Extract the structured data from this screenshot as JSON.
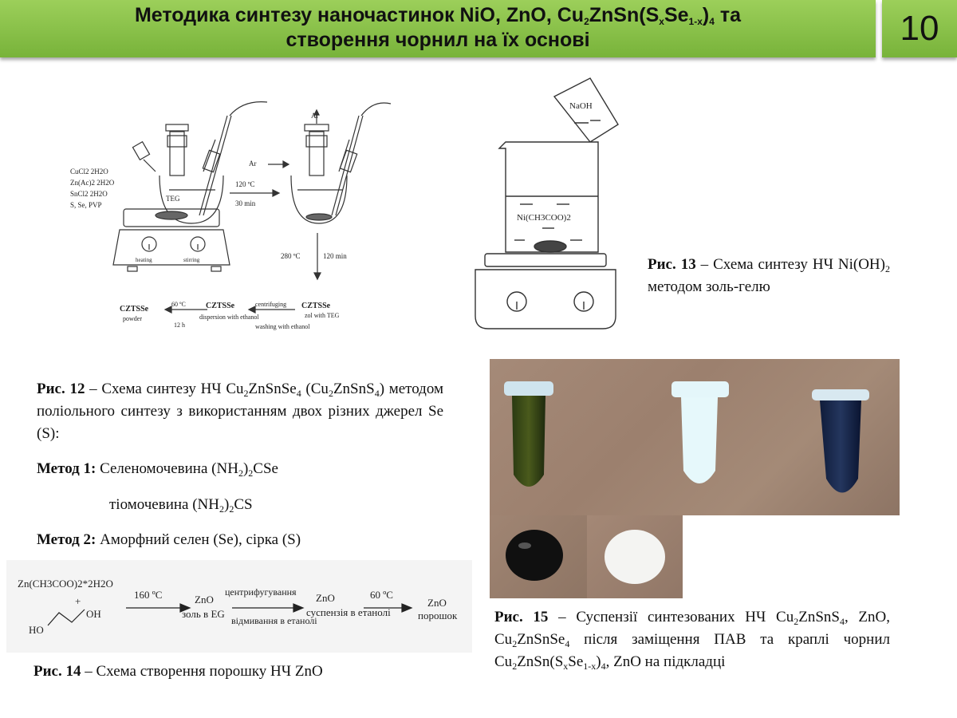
{
  "header": {
    "title_line1": "Методика синтезу наночастинок NiO, ZnO, Cu",
    "title_sub1": "2",
    "title_mid1": "ZnSn(S",
    "title_sub2": "x",
    "title_mid2": "Se",
    "title_sub3": "1-x",
    "title_mid3": ")",
    "title_sub4": "4",
    "title_end1": " та",
    "title_line2": "створення чорнил на їх основі",
    "page_number": "10"
  },
  "fig12": {
    "reagents": [
      "CuCl2 2H2O",
      "Zn(Ac)2 2H2O",
      "SnCl2 2H2O",
      "S, Se, PVP"
    ],
    "teg": "TEG",
    "heating": "heating",
    "stirring": "stirring",
    "ar_top": "Ar",
    "ar_left": "Ar",
    "step1_temp": "120 ºC",
    "step1_time": "30 min",
    "step2_temp": "280 ºC",
    "step2_time": "120 min",
    "czts_sol_title": "CZTSSe",
    "czts_sol_sub": "zol with TEG",
    "centrifuging": "centrifuging",
    "washing": "washing with ethanol",
    "czts_disp_title": "CZTSSe",
    "czts_disp_sub": "dispersion with ethanol",
    "dry_temp": "60 ºC",
    "dry_time": "12 h",
    "czts_powder_title": "CZTSSe",
    "czts_powder_sub": "powder",
    "caption_label": "Рис. 12",
    "caption_text": " – Схема синтезу НЧ Cu",
    "caption_s1": "2",
    "caption_t2": "ZnSnSe",
    "caption_s2": "4",
    "caption_t3": " (Cu",
    "caption_s3": "2",
    "caption_t4": "ZnSnS",
    "caption_s4": "4",
    "caption_t5": ") методом поліольного синтезу з використанням двох різних джерел Se (S):",
    "method1_label": "Метод 1:",
    "method1_text": " Селеномочевина (NH",
    "method1_sub": "2",
    "method1_end": ")",
    "method1_sub2": "2",
    "method1_end2": "CSe",
    "method1b_text": "тіомочевина (NH",
    "method1b_sub": "2",
    "method1b_end": ")",
    "method1b_sub2": "2",
    "method1b_end2": "CS",
    "method2_label": "Метод 2:",
    "method2_text": " Аморфний селен (Se), сірка (S)"
  },
  "fig13": {
    "naoh": "NaOH",
    "nickel": "Ni(CH3COO)2",
    "caption_label": "Рис. 13",
    "caption_text": " – Схема синтезу НЧ Ni(OH)",
    "caption_sub": "2",
    "caption_end": " методом золь-гелю"
  },
  "fig14": {
    "reagent": "Zn(CH3COO)2*2H2O",
    "plus": "+",
    "ho": "HO",
    "oh": "OH",
    "temp1": "160 ºC",
    "zno1_title": "ZnO",
    "zno1_sub": "золь в EG",
    "centrifuge": "центрифугування",
    "washing": "відмивання в етанолі",
    "zno2_title": "ZnO",
    "zno2_sub": "суспензія в етанолі",
    "temp2": "60 ºC",
    "zno3_title": "ZnO",
    "zno3_sub": "порошок",
    "caption_label": "Рис. 14",
    "caption_text": "  – Схема створення порошку НЧ ZnO"
  },
  "fig15": {
    "caption_label": "Рис. 15",
    "caption_t1": "  – Суспензії синтезованих НЧ Cu",
    "caption_s1": "2",
    "caption_t2": "ZnSnS",
    "caption_s2": "4",
    "caption_t3": ", ZnO, Cu",
    "caption_s3": "2",
    "caption_t4": "ZnSnSe",
    "caption_s4": "4",
    "caption_t5": " після заміщення ПАВ та краплі чорнил Cu",
    "caption_s5": "2",
    "caption_t6": "ZnSn(S",
    "caption_s6": "x",
    "caption_t7": "Se",
    "caption_s7": "1-x",
    "caption_t8": ")",
    "caption_s8": "4",
    "caption_t9": ", ZnO на підкладці"
  }
}
